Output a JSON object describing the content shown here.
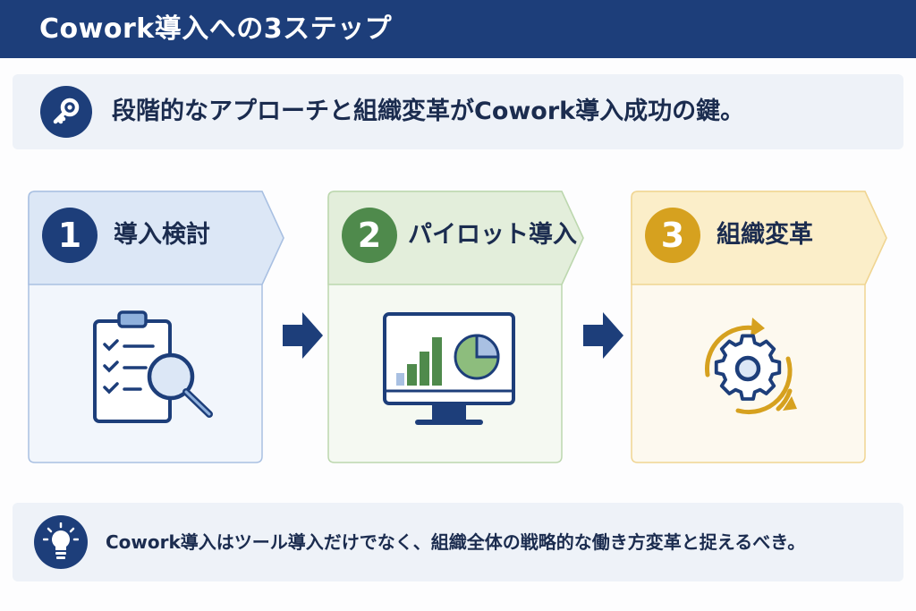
{
  "header": {
    "title": "Cowork導入への3ステップ"
  },
  "key_message": {
    "icon": "key-icon",
    "text": "段階的なアプローチと組織変革がCowork導入成功の鍵。"
  },
  "steps": [
    {
      "number": "1",
      "title": "導入検討",
      "icon": "clipboard-magnifier-icon",
      "color": "#1d3e7a",
      "bg": "#f2f6fc",
      "header_bg": "#dce7f6",
      "border": "#a9c0e2"
    },
    {
      "number": "2",
      "title": "パイロット導入",
      "icon": "monitor-chart-icon",
      "color": "#4f8a4c",
      "bg": "#f5f9f2",
      "header_bg": "#e3eedb",
      "border": "#bcd7ae"
    },
    {
      "number": "3",
      "title": "組織変革",
      "icon": "gear-cycle-icon",
      "color": "#d6a11f",
      "bg": "#fdf9ef",
      "header_bg": "#fbeec9",
      "border": "#f0d592"
    }
  ],
  "note": {
    "icon": "lightbulb-icon",
    "text": "Cowork導入はツール導入だけでなく、組織全体の戦略的な働き方変革と捉えるべき。"
  },
  "colors": {
    "navy": "#1d3e7a",
    "green": "#4f8a4c",
    "gold": "#d6a11f",
    "banner_bg": "#eef2f8"
  }
}
